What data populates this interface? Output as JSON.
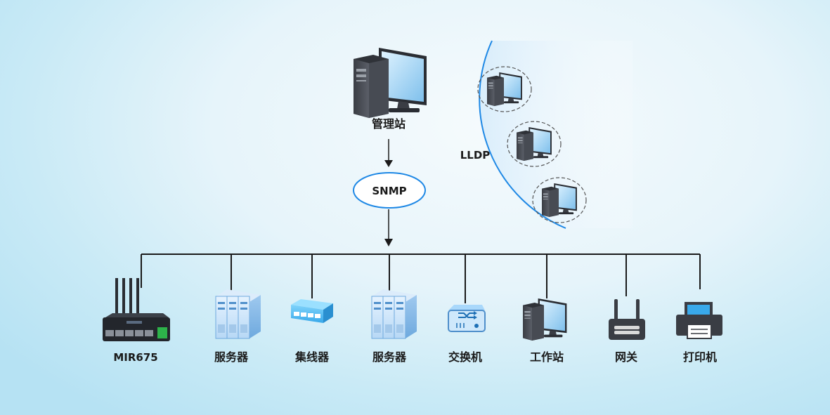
{
  "manager": {
    "label": "管理站"
  },
  "protocol": {
    "label": "SNMP"
  },
  "lldp": {
    "label": "LLDP"
  },
  "devices": [
    {
      "label": "MIR675",
      "icon": "router-icon"
    },
    {
      "label": "服务器",
      "icon": "server-icon"
    },
    {
      "label": "集线器",
      "icon": "hub-icon"
    },
    {
      "label": "服务器",
      "icon": "server-icon"
    },
    {
      "label": "交换机",
      "icon": "switch-icon"
    },
    {
      "label": "工作站",
      "icon": "workstation-icon"
    },
    {
      "label": "网关",
      "icon": "gateway-icon"
    },
    {
      "label": "打印机",
      "icon": "printer-icon"
    }
  ],
  "colors": {
    "accent": "#1e88e5",
    "line": "#1a1a1a"
  }
}
